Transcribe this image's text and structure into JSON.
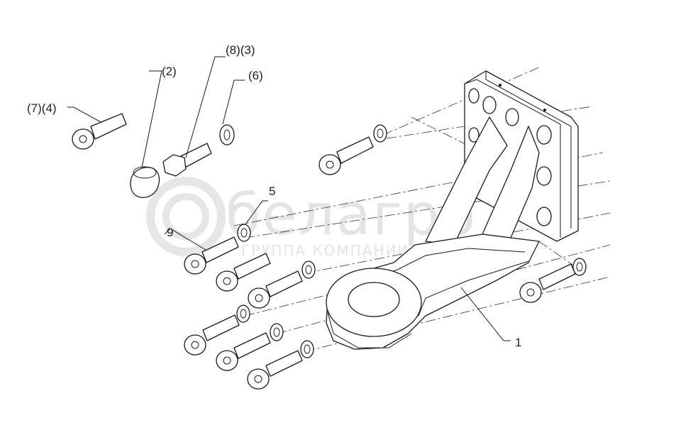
{
  "labels": {
    "l74": "(7)(4)",
    "l2": "(2)",
    "l83": "(8)(3)",
    "l6": "(6)",
    "l5": "5",
    "l9": "9",
    "l1": "1"
  },
  "watermark": {
    "brand": "белагро",
    "subtitle": "ГРУППА КОМПАНИИ"
  }
}
